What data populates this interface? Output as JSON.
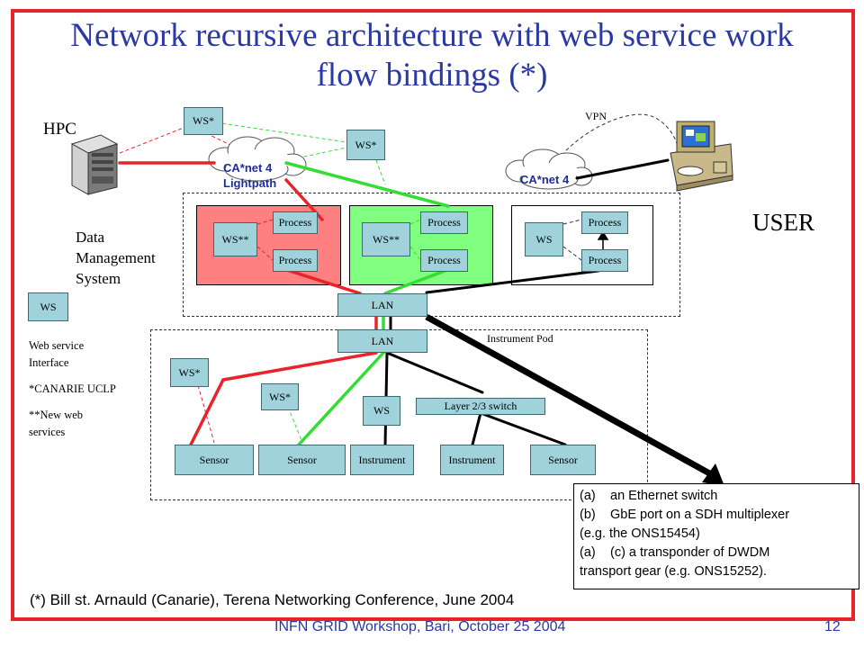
{
  "slide": {
    "title_line1": "Network recursive architecture with web service work",
    "title_line2": "flow bindings (*)",
    "footer_left": "INFN GRID Workshop, Bari, October 25 2004",
    "page_number": "12",
    "citation": "(*) Bill st. Arnauld (Canarie), Terena Networking Conference, June 2004"
  },
  "labels": {
    "hpc": "HPC",
    "vpn": "VPN",
    "user": "USER",
    "dms_line1": "Data",
    "dms_line2": "Management",
    "dms_line3": "System",
    "instrument_pod": "Instrument Pod",
    "cloud_left_line1": "CA*net 4",
    "cloud_left_line2": "Lightpath",
    "cloud_right": "CA*net 4"
  },
  "legend": {
    "ws_box": "WS",
    "line1": "Web service",
    "line2": "Interface",
    "line3": "*CANARIE UCLP",
    "line4": "**New web",
    "line5": "services"
  },
  "nodes": {
    "ws_star_top_left": "WS*",
    "ws_star_top_mid": "WS*",
    "ws_double_red": "WS**",
    "process_red_top": "Process",
    "process_red_bottom": "Process",
    "ws_double_green": "WS**",
    "process_green_top": "Process",
    "process_green_bottom": "Process",
    "ws_white": "WS",
    "process_white_top": "Process",
    "process_white_bottom": "Process",
    "lan_upper": "LAN",
    "lan_lower": "LAN",
    "ws_star_pod_left": "WS*",
    "ws_star_pod_mid": "WS*",
    "ws_pod": "WS",
    "layer_switch": "Layer 2/3 switch",
    "sensor_1": "Sensor",
    "sensor_2": "Sensor",
    "instrument_1": "Instrument",
    "instrument_2": "Instrument",
    "sensor_3": "Sensor"
  },
  "note": {
    "items": [
      {
        "tag": "(a)",
        "text": "an Ethernet switch"
      },
      {
        "tag": "(b)",
        "text": "GbE port on a SDH multiplexer"
      },
      {
        "tag": "",
        "text": "(e.g. the ONS15454)"
      },
      {
        "tag": "(a)",
        "text": "(c) a transponder of DWDM"
      },
      {
        "tag": "",
        "text": "transport gear (e.g. ONS15252)."
      }
    ]
  },
  "colors": {
    "frame": "#e8232a",
    "title": "#2a3aa0",
    "box_fill": "#9fd2db",
    "region_red": "#ff8080",
    "region_green": "#80ff80",
    "link_red": "#e8232a",
    "link_green": "#33dd33",
    "cloud_text": "#1f2d9a"
  },
  "icons": {
    "hpc": "server-tower-icon",
    "user": "workstation-icon"
  }
}
